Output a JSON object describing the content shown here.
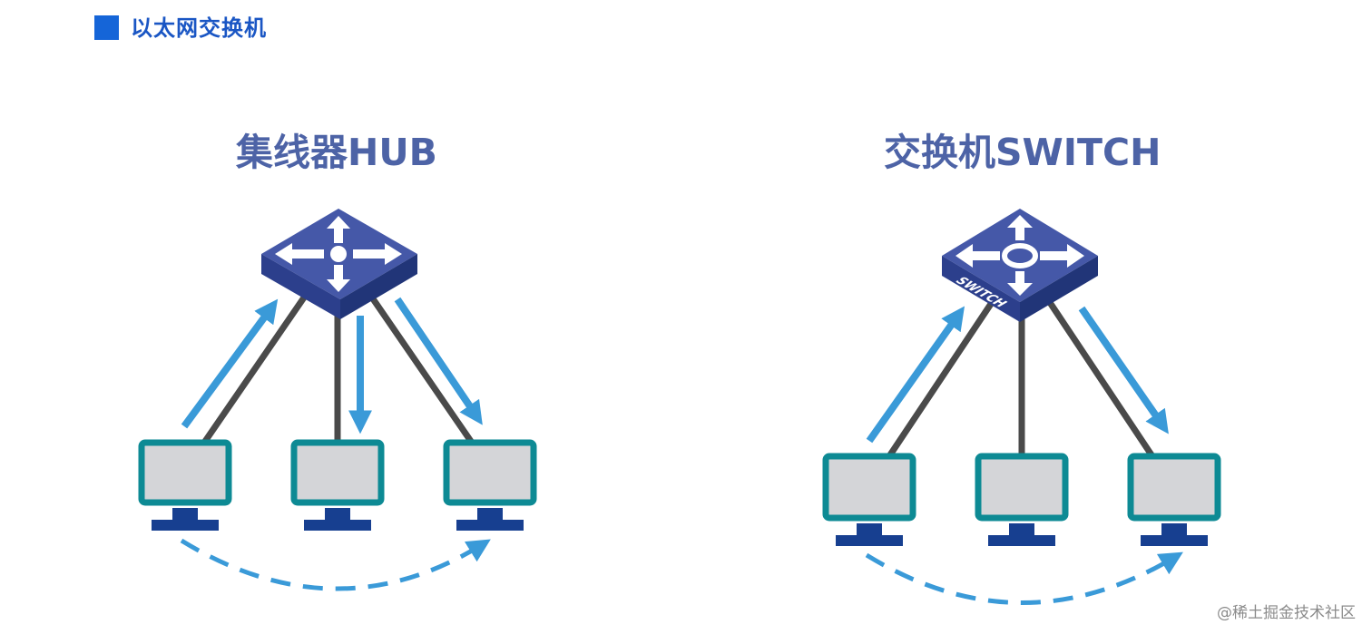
{
  "header": {
    "title": "以太网交换机"
  },
  "hub_panel": {
    "title": "集线器HUB"
  },
  "switch_panel": {
    "title": "交换机SWITCH",
    "device_label": "SWITCH"
  },
  "watermark": "@稀土掘金技术社区",
  "colors": {
    "header_blue": "#1565d8",
    "title_blue": "#4d63a6",
    "device_top": "#4558a8",
    "device_side": "#263a86",
    "monitor_frame": "#0d8a94",
    "monitor_screen": "#d4d5d8",
    "monitor_stand": "#173f90",
    "cable": "#4a4a4a",
    "arrow": "#3a9ad8"
  },
  "icons": {
    "header_marker": "blue-square-icon",
    "hub_device": "hub-icon",
    "switch_device": "switch-icon",
    "computer": "computer-monitor-icon"
  }
}
